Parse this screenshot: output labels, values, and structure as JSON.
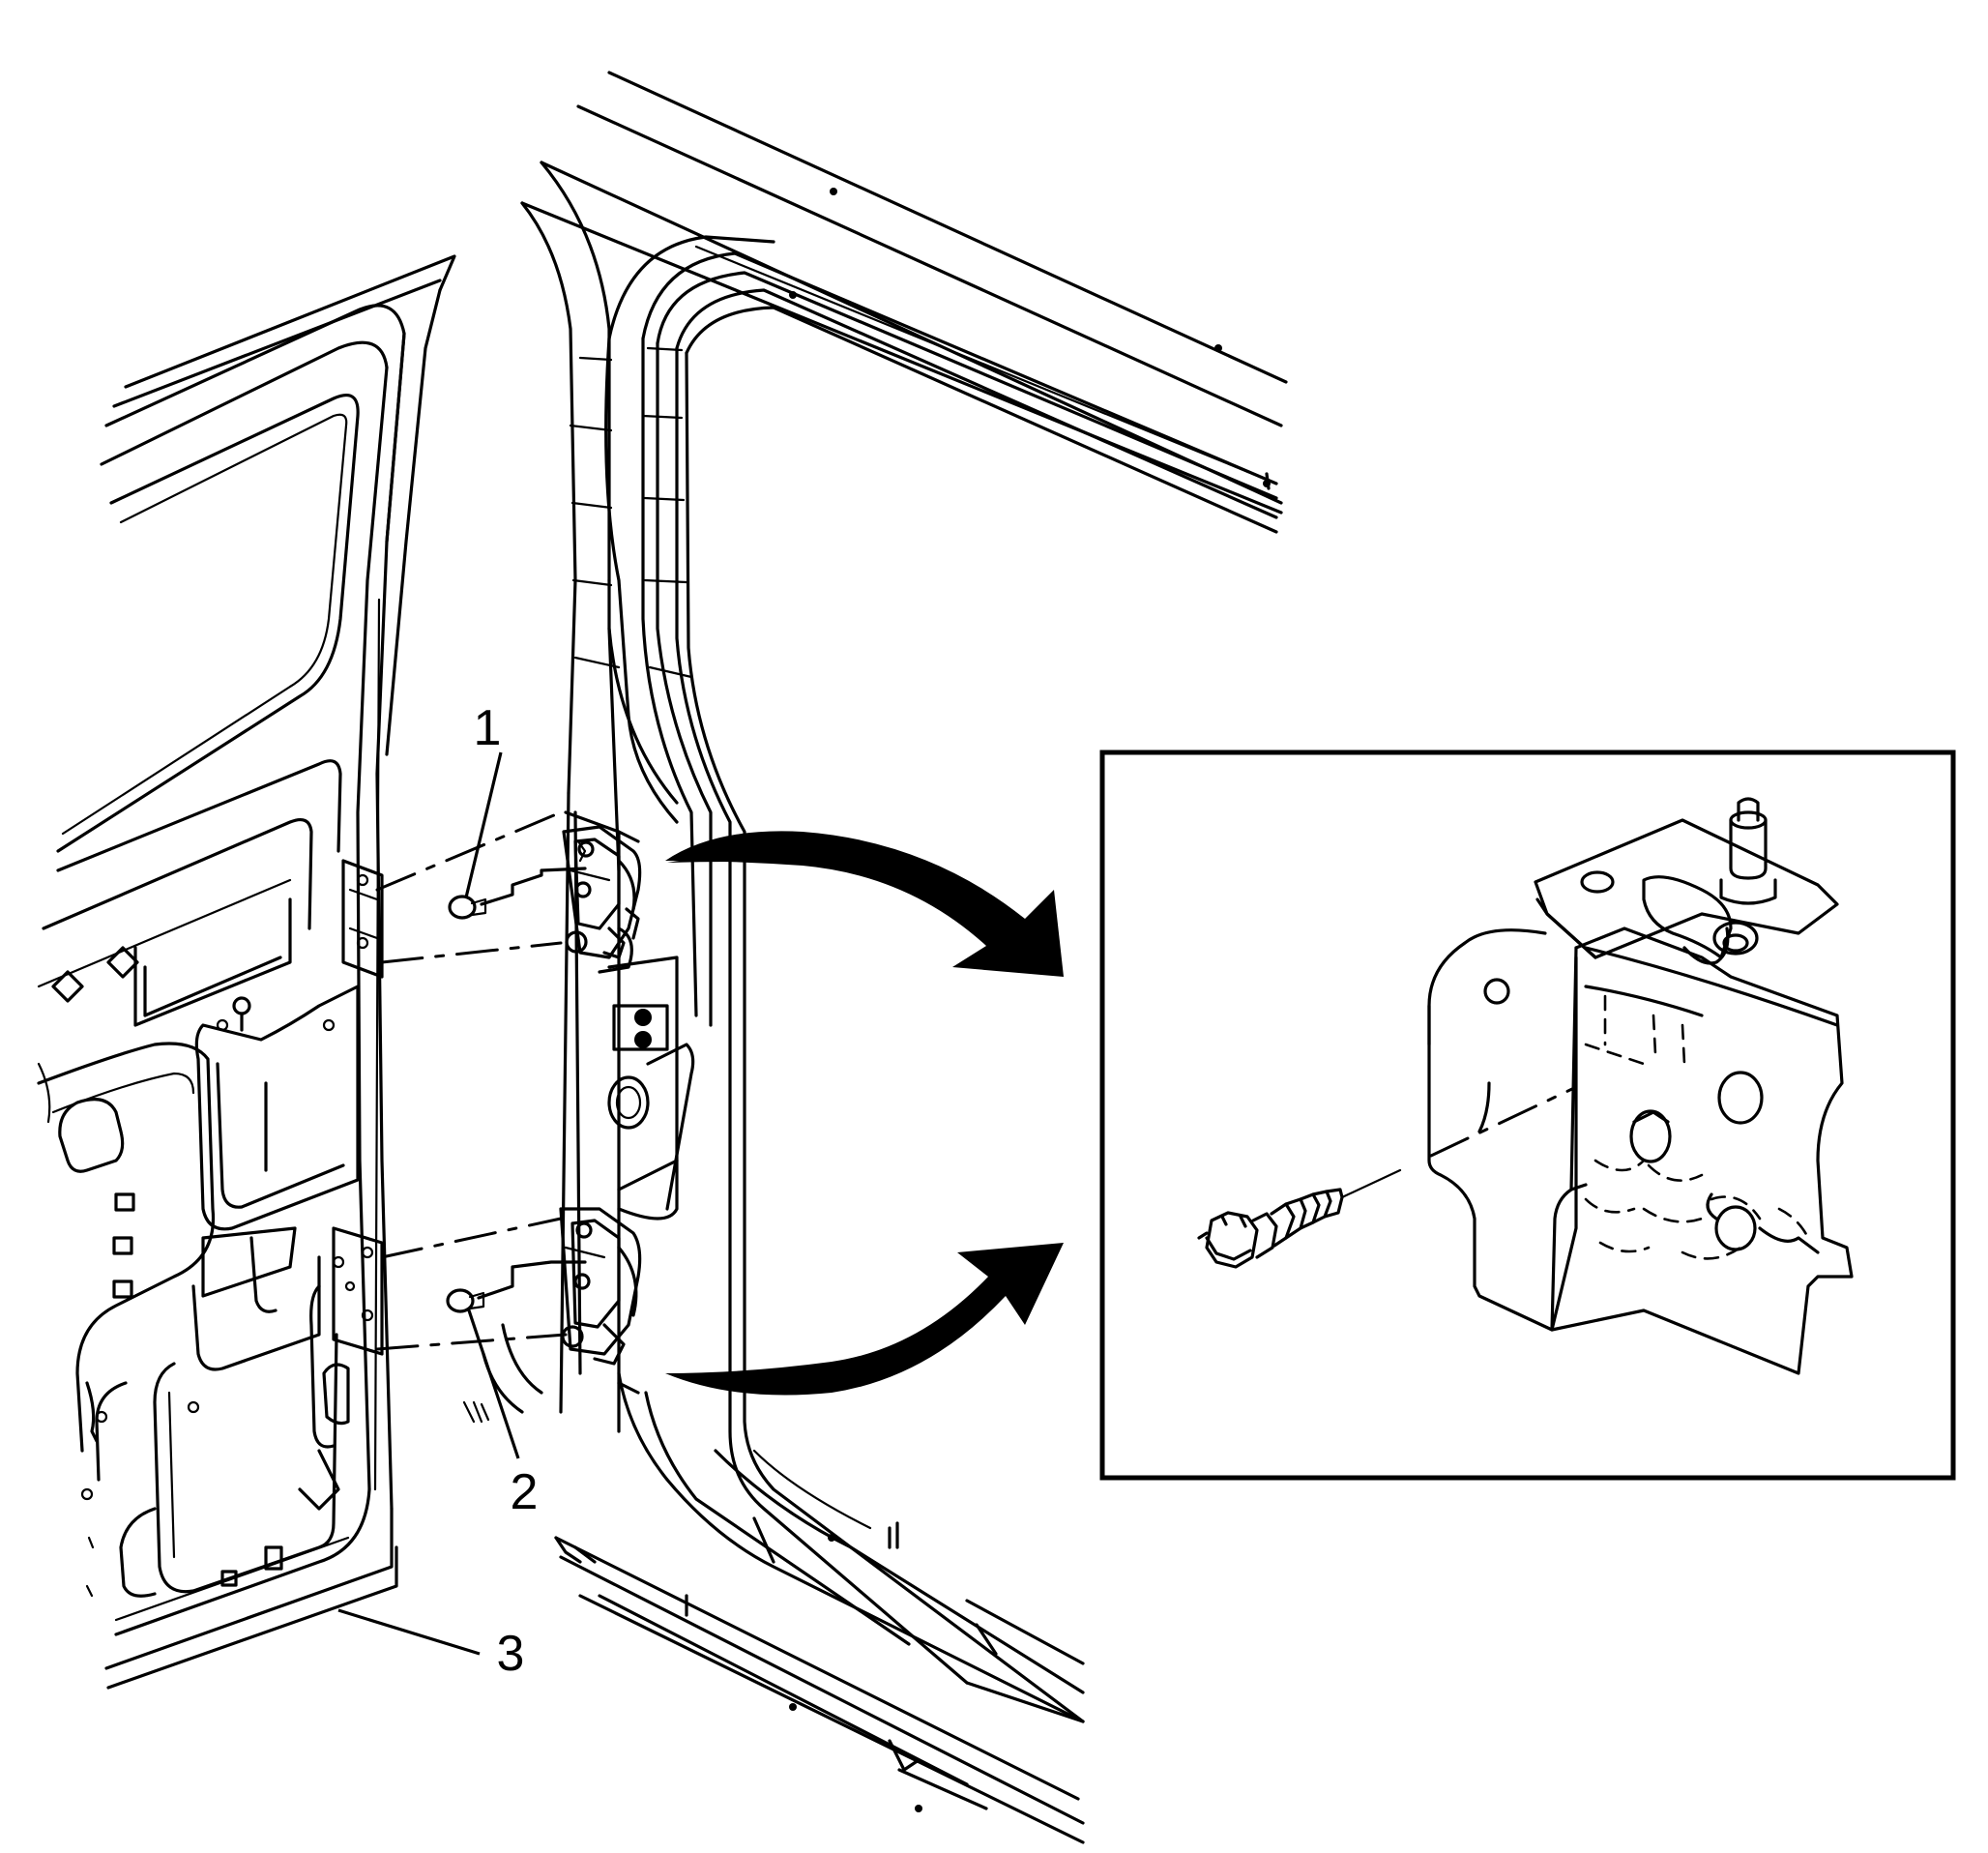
{
  "diagram": {
    "callouts": [
      {
        "id": "1",
        "label": "1"
      },
      {
        "id": "2",
        "label": "2"
      },
      {
        "id": "3",
        "label": "3"
      }
    ],
    "parts": {
      "rear_door_panel": "rear-door-inner-panel",
      "body_pillar": "center-pillar",
      "upper_hinge": "upper-door-hinge",
      "lower_hinge": "lower-door-hinge",
      "detail_inset": "hinge-bolt-detail"
    },
    "colors": {
      "line": "#000000",
      "background": "#ffffff"
    }
  }
}
